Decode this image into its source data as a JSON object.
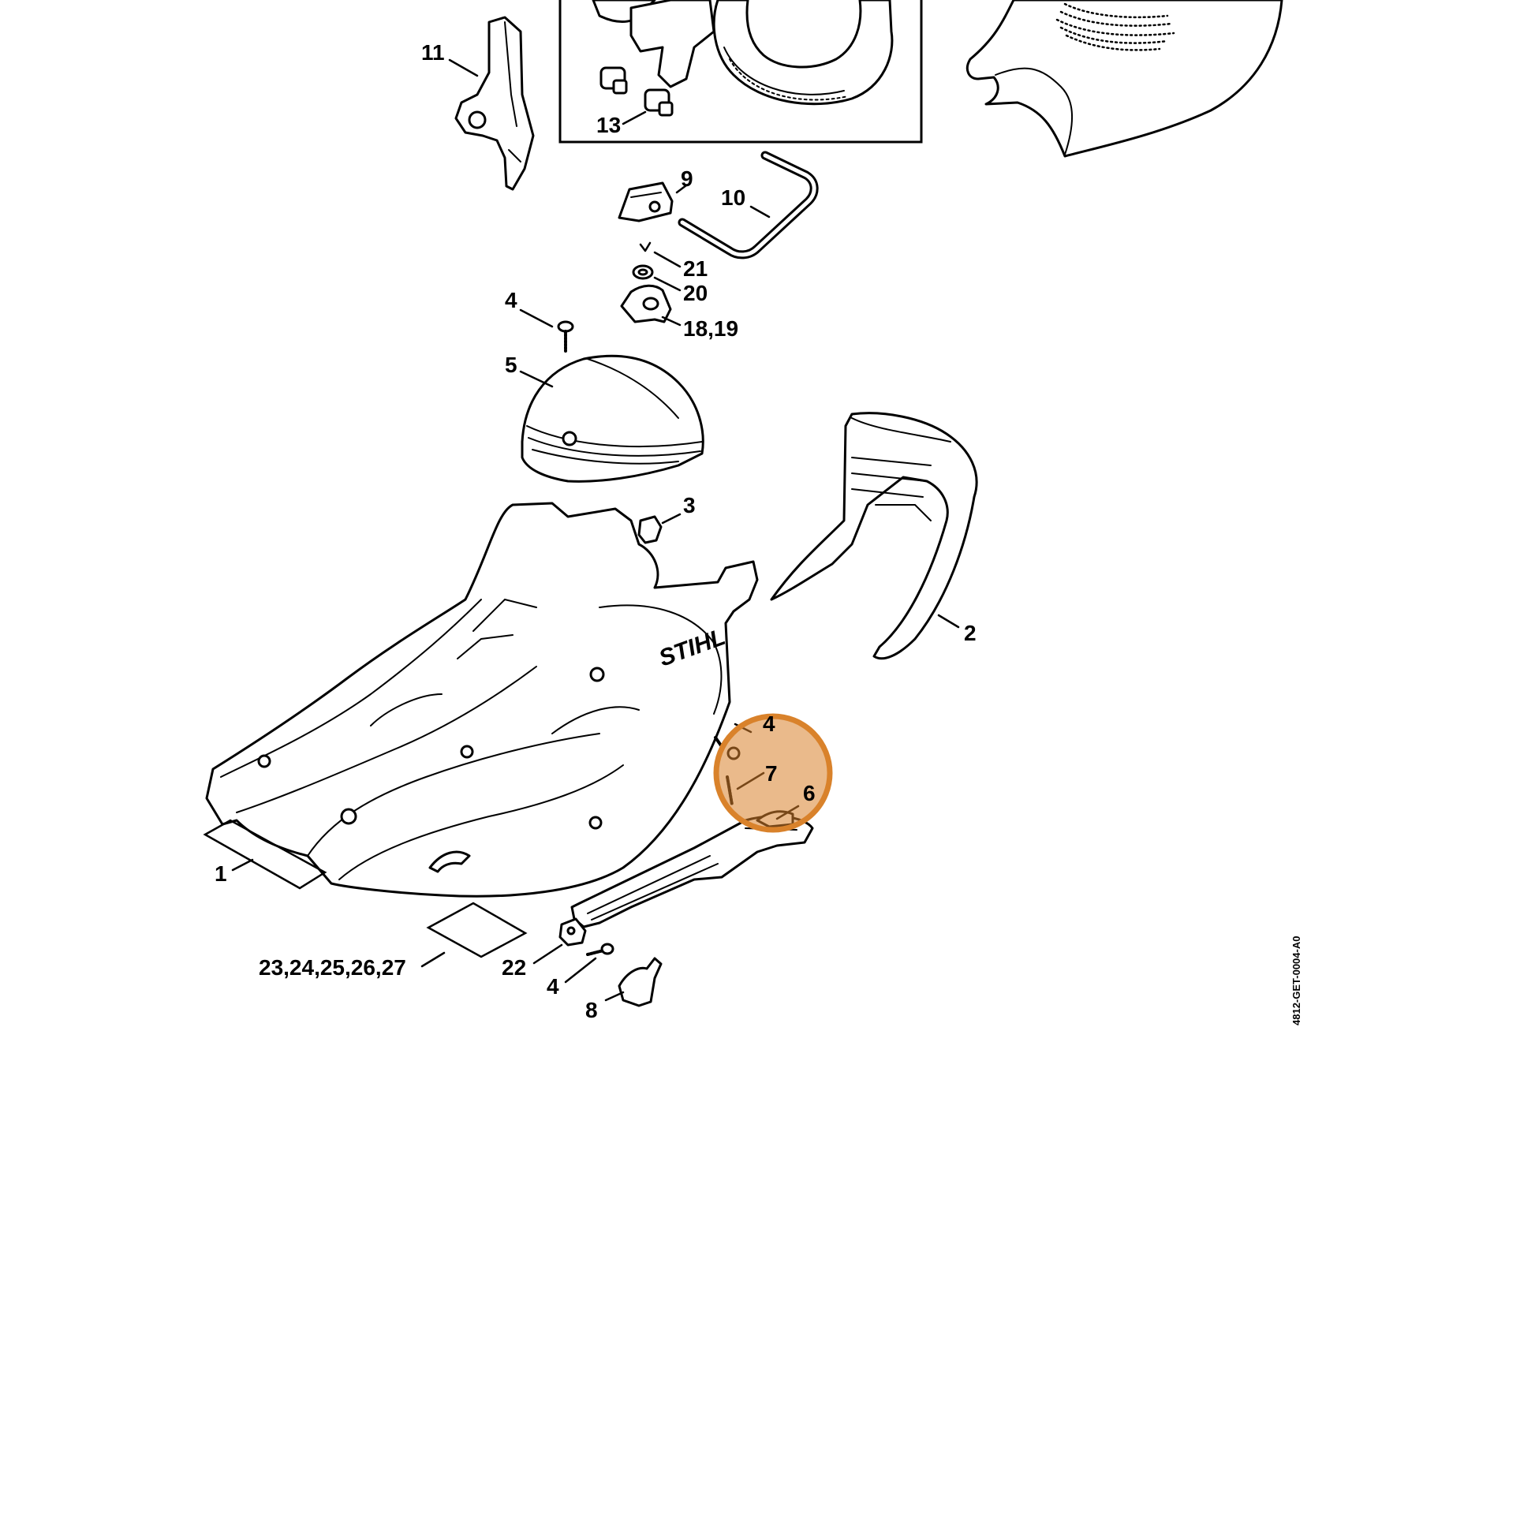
{
  "diagram": {
    "brand_logo": "STIHL",
    "document_id": "4812-GET-0004-A0",
    "highlight_color": "#d9822b",
    "callouts": {
      "c1": "1",
      "c2": "2",
      "c3": "3",
      "c4_top": "4",
      "c4_mid": "4",
      "c4_bottom": "4",
      "c5": "5",
      "c6": "6",
      "c7": "7",
      "c8": "8",
      "c9": "9",
      "c10": "10",
      "c11": "11",
      "c13": "13",
      "c18_19": "18,19",
      "c20": "20",
      "c21": "21",
      "c22": "22",
      "c23_27": "23,24,25,26,27"
    }
  }
}
